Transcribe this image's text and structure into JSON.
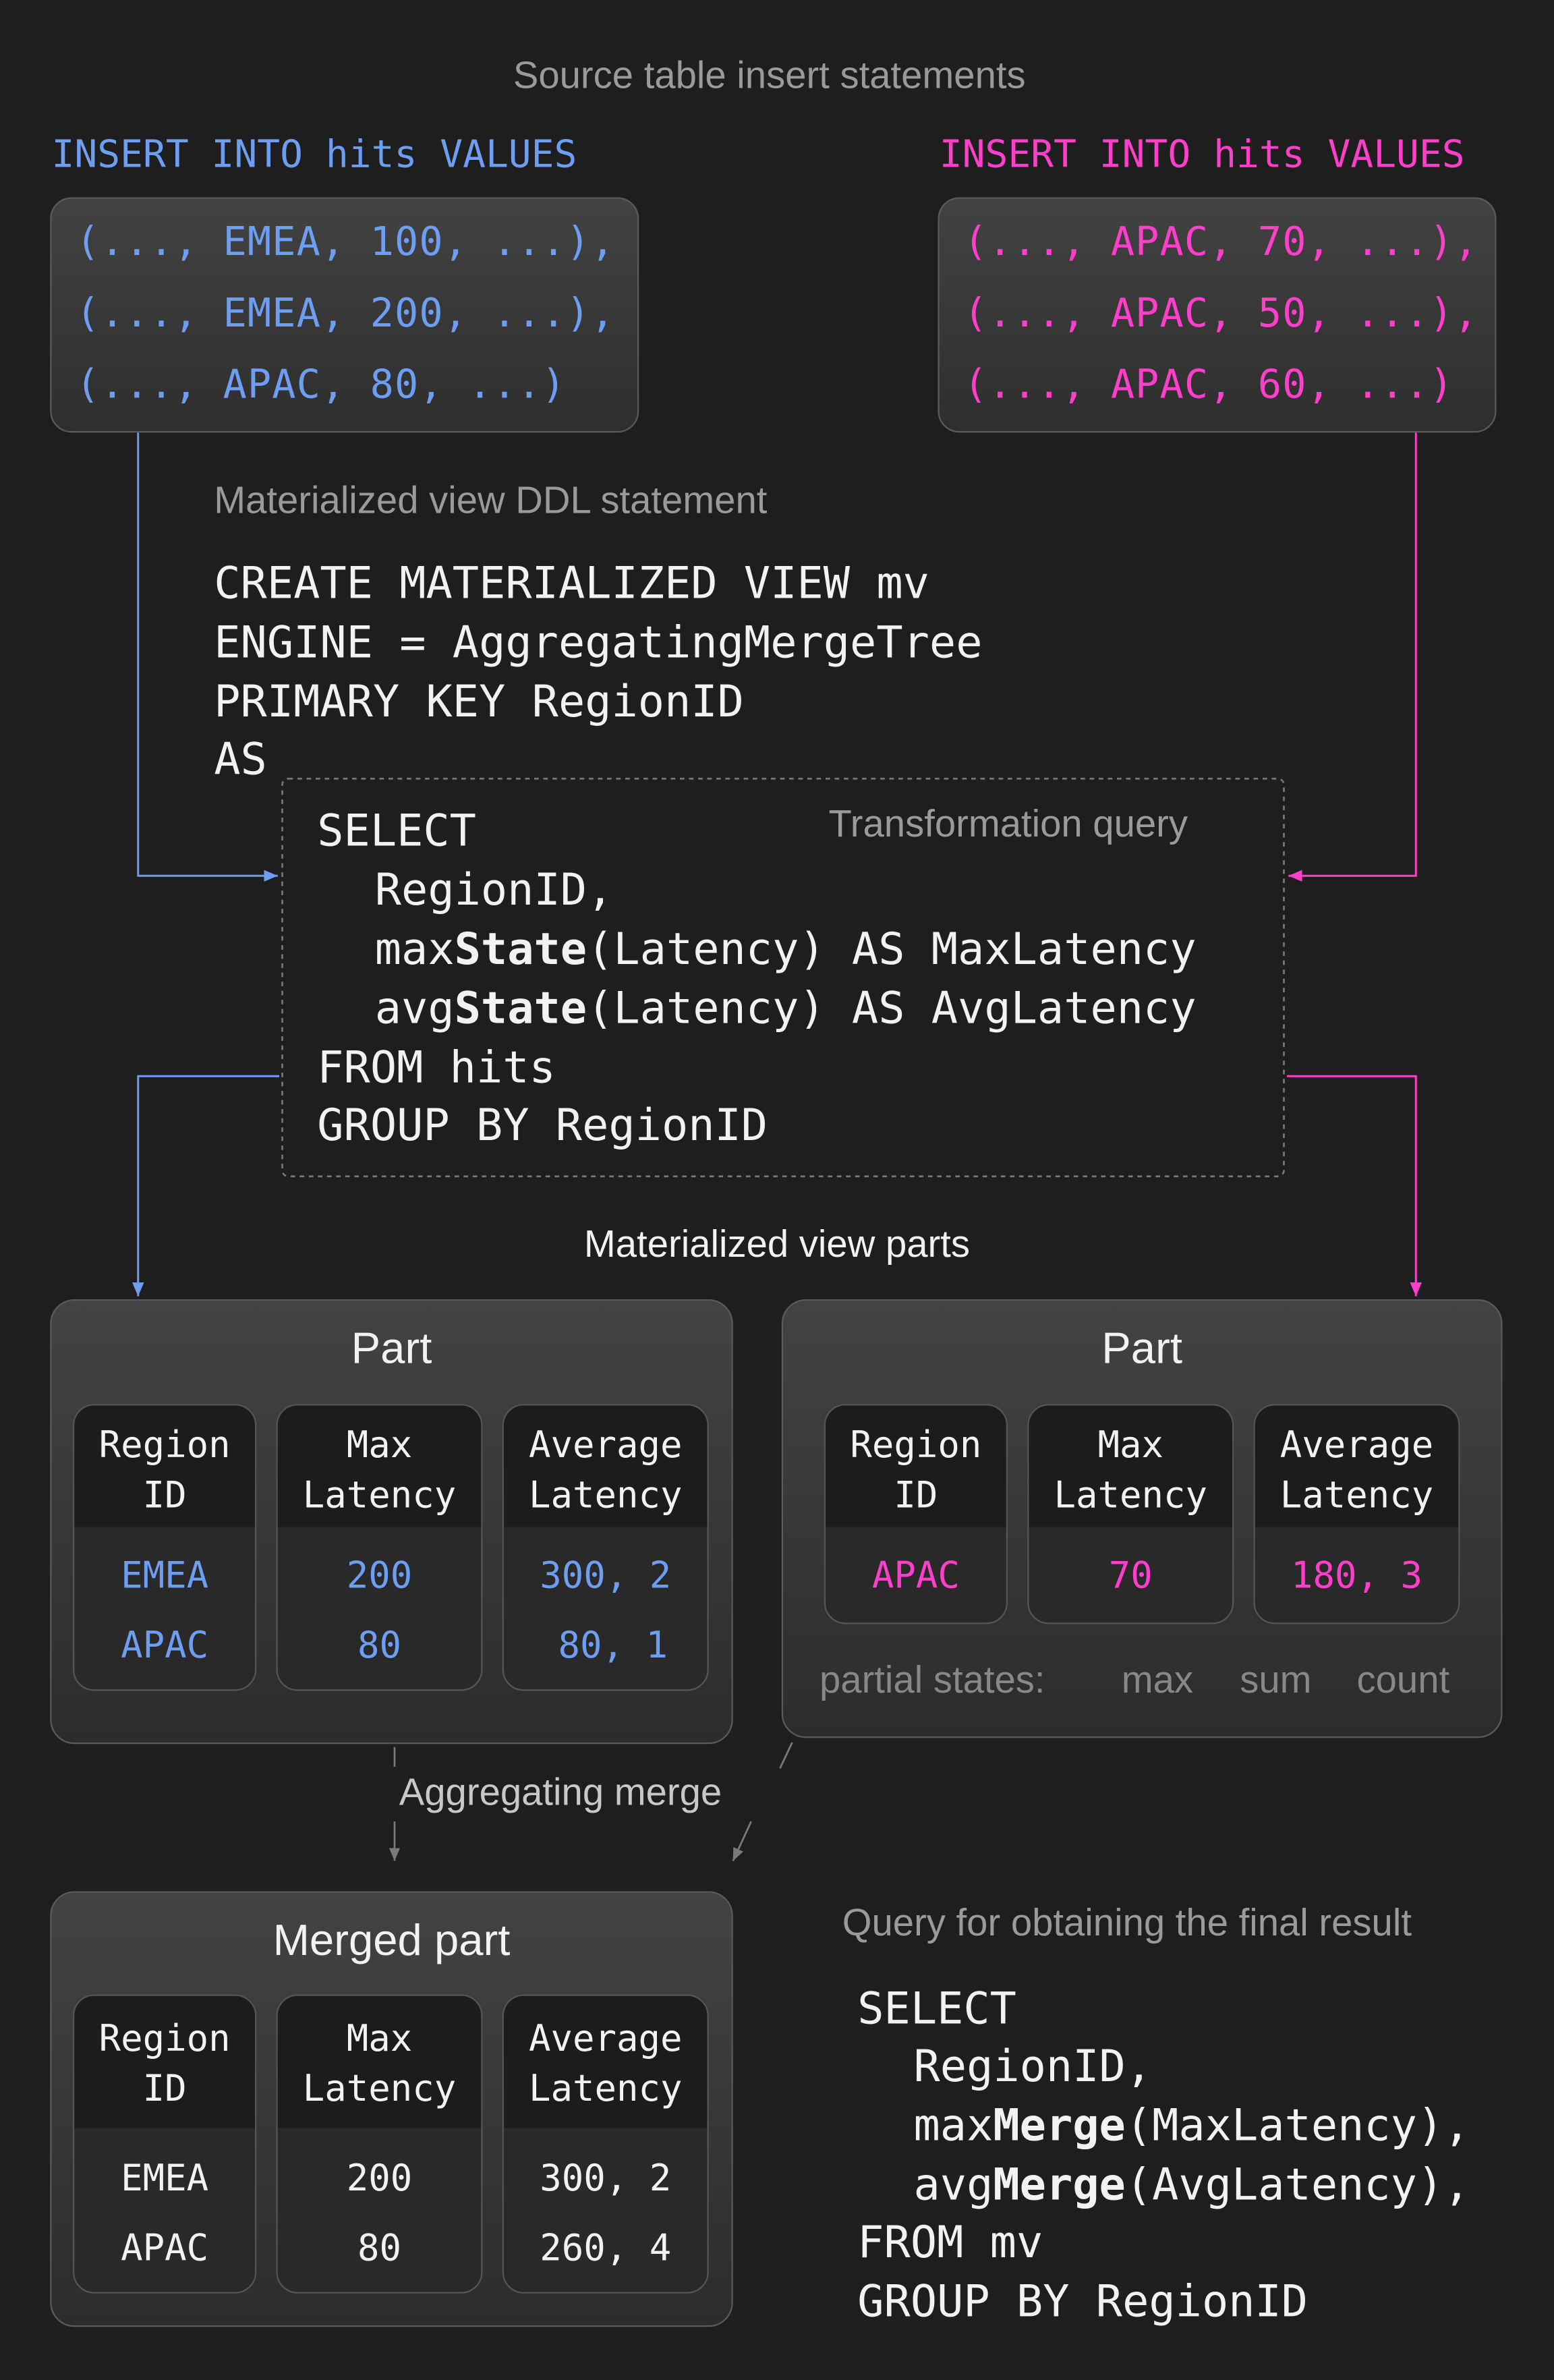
{
  "colors": {
    "background": "#1e1e1e",
    "source_left": "#6e9ef2",
    "source_right": "#ff3fcb",
    "muted": "#9a9a9a"
  },
  "source": {
    "title": "Source table insert statements",
    "left": {
      "label": "INSERT INTO hits VALUES",
      "rows": [
        "(..., EMEA, 100, ...),",
        "(..., EMEA, 200, ...),",
        "(..., APAC,  80, ...)"
      ]
    },
    "right": {
      "label": "INSERT INTO hits VALUES",
      "rows": [
        "(..., APAC, 70, ...),",
        "(..., APAC, 50, ...),",
        "(..., APAC, 60, ...)"
      ]
    }
  },
  "ddl": {
    "title": "Materialized view DDL statement",
    "lines": [
      "CREATE MATERIALIZED VIEW mv",
      "ENGINE = AggregatingMergeTree",
      "PRIMARY KEY RegionID",
      "AS"
    ]
  },
  "transform": {
    "label": "Transformation query",
    "l1": "SELECT",
    "l2": "RegionID,",
    "l3a": "max",
    "l3b": "State",
    "l3c": "(Latency) AS MaxLatency",
    "l4a": "avg",
    "l4b": "State",
    "l4c": "(Latency) AS AvgLatency",
    "l5": "FROM hits",
    "l6": "GROUP BY RegionID"
  },
  "parts_title": "Materialized view parts",
  "headers": {
    "region": "Region\nID",
    "max": "Max\nLatency",
    "avg": "Average\nLatency"
  },
  "part_left": {
    "title": "Part",
    "region": [
      "EMEA",
      "APAC"
    ],
    "max": [
      "200",
      "80"
    ],
    "avg": [
      "300, 2",
      "80, 1"
    ]
  },
  "part_right": {
    "title": "Part",
    "region": [
      "APAC"
    ],
    "max": [
      "70"
    ],
    "avg": [
      "180, 3"
    ],
    "partial_label": "partial states:",
    "partial": [
      "max",
      "sum",
      "count"
    ]
  },
  "merge_label": "Aggregating merge",
  "merged": {
    "title": "Merged part",
    "region": [
      "EMEA",
      "APAC"
    ],
    "max": [
      "200",
      "80"
    ],
    "avg": [
      "300, 2",
      "260, 4"
    ]
  },
  "final_query": {
    "title": "Query for obtaining the final result",
    "l1": "SELECT",
    "l2": "RegionID,",
    "l3a": "max",
    "l3b": "Merge",
    "l3c": "(MaxLatency),",
    "l4a": "avg",
    "l4b": "Merge",
    "l4c": "(AvgLatency),",
    "l5": "FROM mv",
    "l6": "GROUP BY RegionID"
  }
}
